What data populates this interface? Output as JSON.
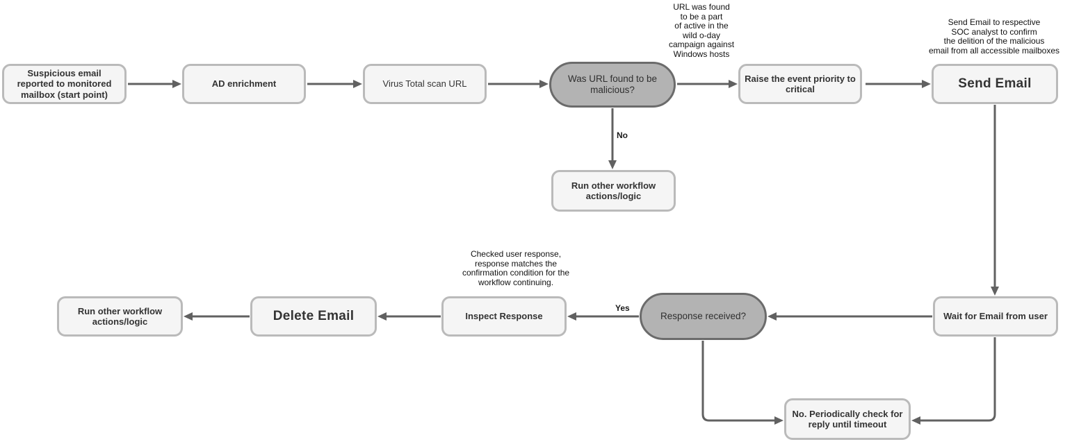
{
  "diagram": {
    "type": "flowchart",
    "nodes": {
      "start": "Suspicious email\nreported to monitored\nmailbox (start point)",
      "ad_enrichment": "AD enrichment",
      "virus_total": "Virus Total scan URL",
      "url_malicious_decision": "Was URL found to be\nmalicious?",
      "raise_priority": "Raise the event priority to\ncritical",
      "send_email": "Send Email",
      "run_other_workflow_top": "Run other workflow\nactions/logic",
      "run_other_workflow_bottom": "Run other workflow\nactions/logic",
      "delete_email": "Delete Email",
      "inspect_response": "Inspect Response",
      "response_received_decision": "Response received?",
      "wait_for_email": "Wait for Email from user",
      "periodic_check": "No. Periodically check for\nreply until timeout"
    },
    "edge_labels": {
      "no": "No",
      "yes": "Yes"
    },
    "annotations": {
      "zero_day_note": "URL was found\nto be a part\nof active in the\nwild o-day\ncampaign against\nWindows hosts",
      "send_email_note": "Send Email to respective\nSOC analyst to confirm\nthe delition of the malicious\nemail from all accessible mailboxes",
      "inspect_response_note": "Checked user response,\nresponse matches the\nconfirmation condition for the\nworkflow continuing."
    },
    "colors": {
      "node_fill": "#f5f5f5",
      "node_border": "#bababa",
      "decision_fill": "#b3b3b3",
      "decision_border": "#6b6b6b",
      "connector": "#616161",
      "text": "#333333"
    }
  }
}
